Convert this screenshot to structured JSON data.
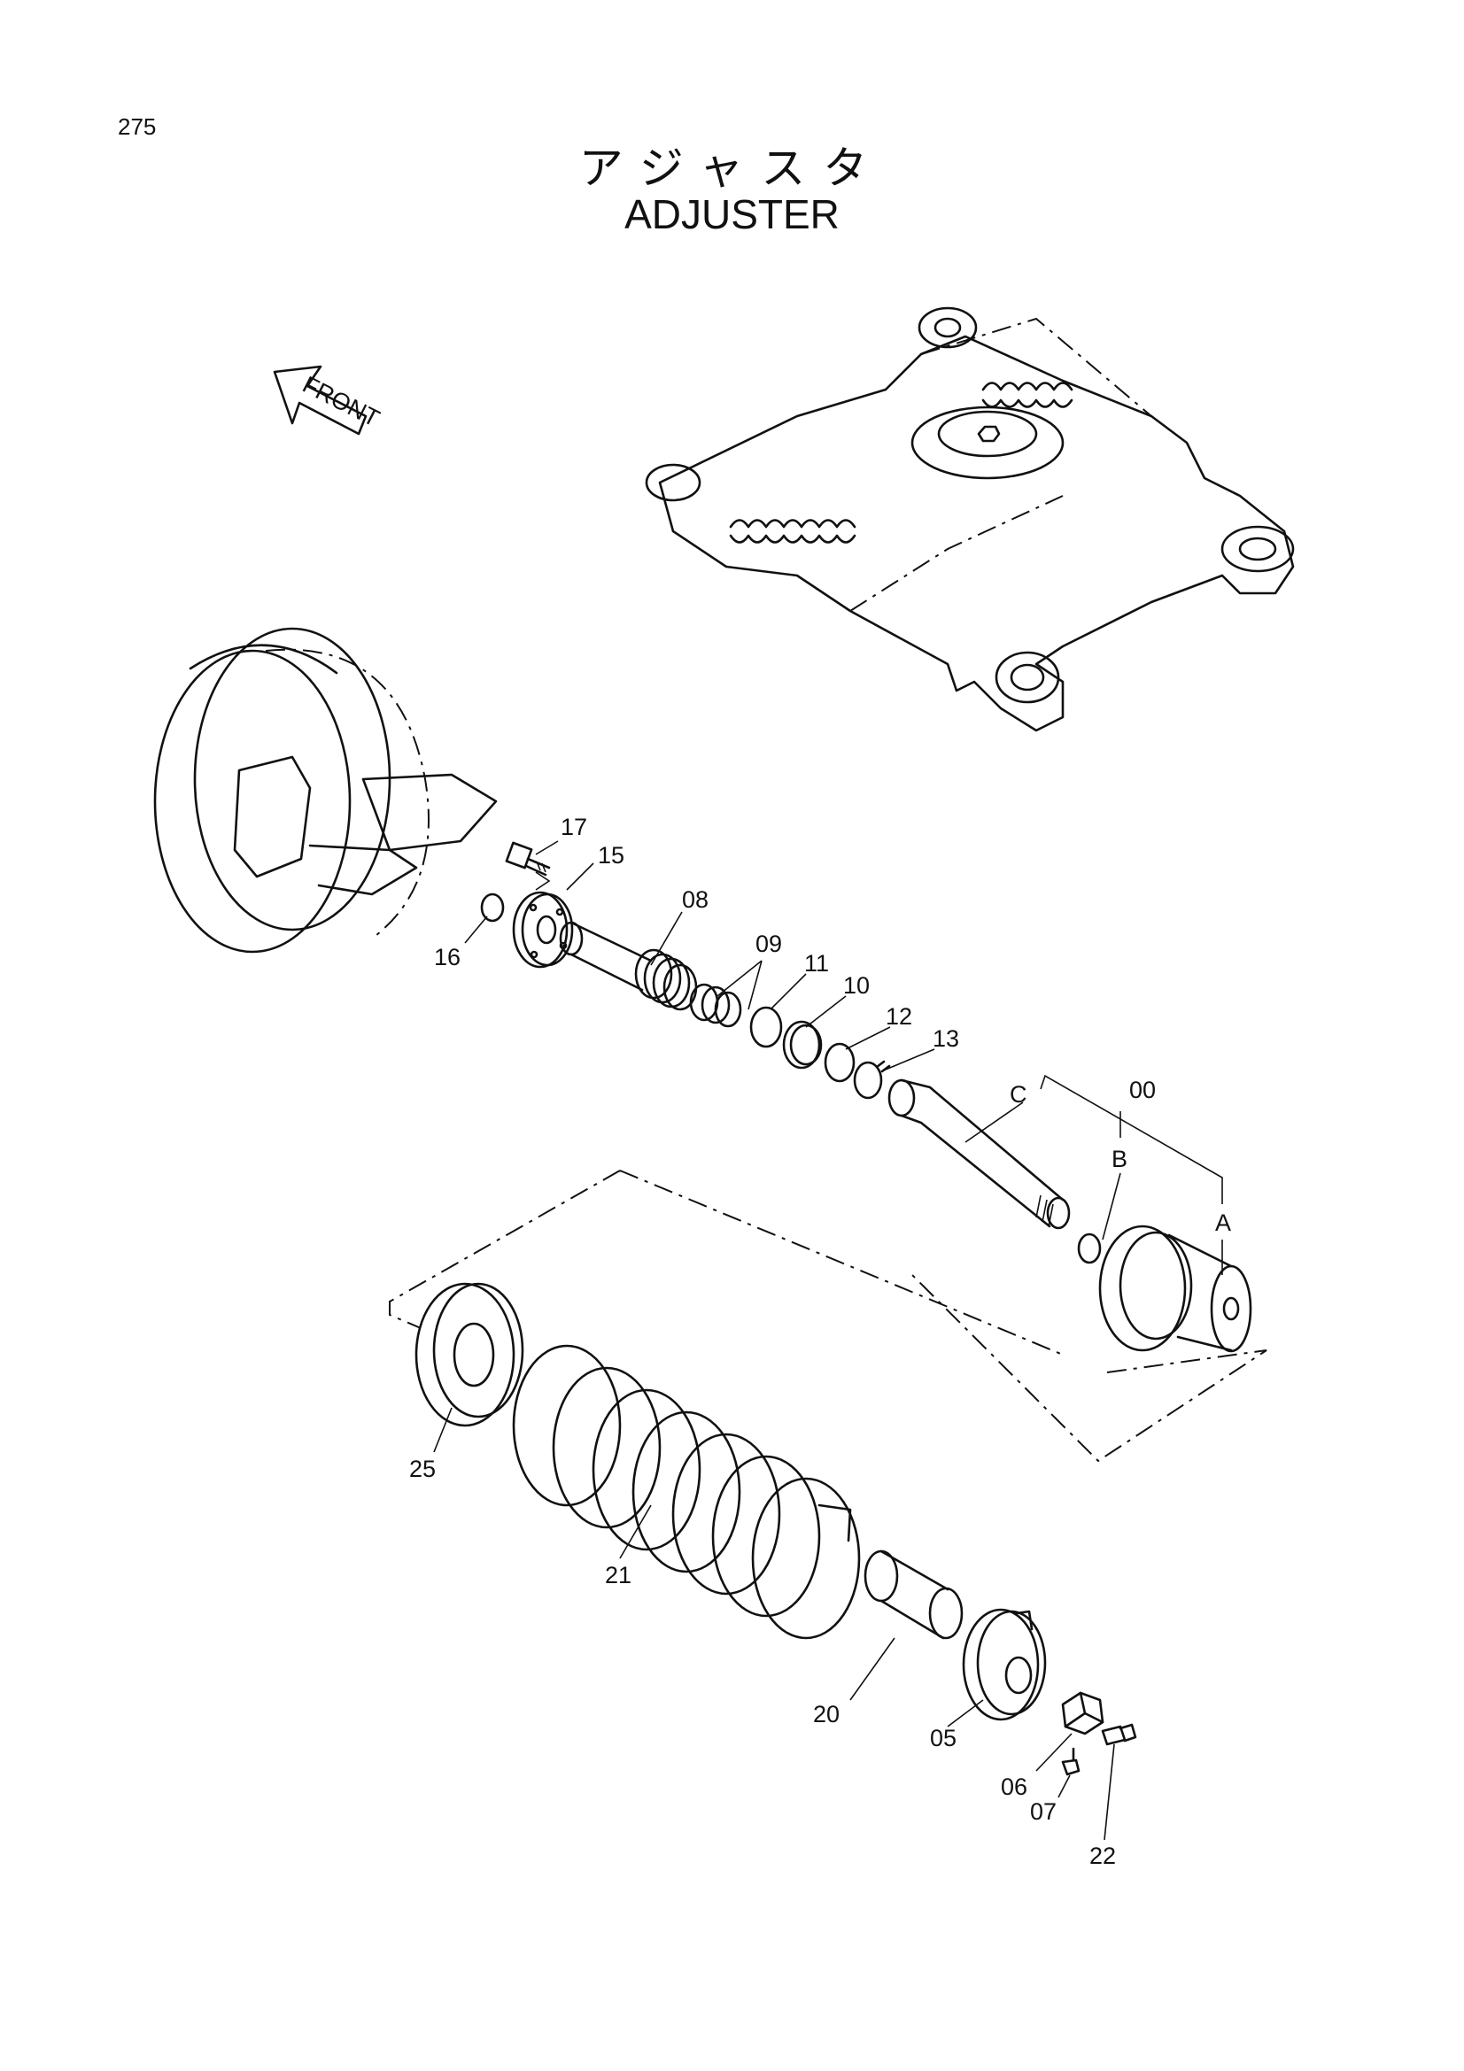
{
  "page": {
    "number": "275",
    "title_jp": "アジャスタ",
    "title_en": "ADJUSTER"
  },
  "front_arrow": {
    "label": "FRONT"
  },
  "parts": {
    "p00": "00",
    "pA": "A",
    "pB": "B",
    "pC": "C",
    "p05": "05",
    "p06": "06",
    "p07": "07",
    "p08": "08",
    "p09": "09",
    "p10": "10",
    "p11": "11",
    "p12": "12",
    "p13": "13",
    "p15": "15",
    "p16": "16",
    "p17": "17",
    "p20": "20",
    "p21": "21",
    "p22": "22",
    "p25": "25"
  }
}
